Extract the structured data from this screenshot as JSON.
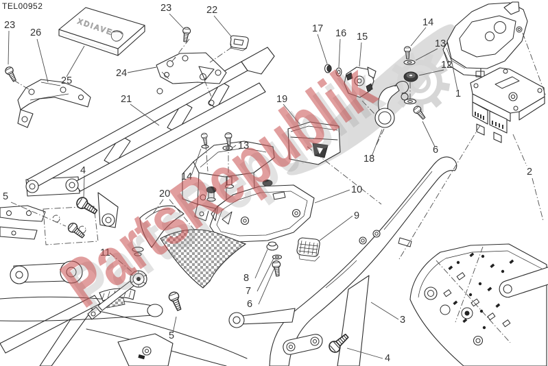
{
  "page": {
    "part_code": "TEL00952"
  },
  "watermark": {
    "text": "PartsRepublik",
    "red_color": "#c94f4f",
    "gray_color": "#d7d7d7",
    "logo_icons": [
      "gear-icon",
      "swoosh-icon"
    ]
  },
  "manual": {
    "cover_text": "XDIAVEL"
  },
  "callouts": [
    {
      "label": "23"
    },
    {
      "label": "26"
    },
    {
      "label": "25"
    },
    {
      "label": "24"
    },
    {
      "label": "21"
    },
    {
      "label": "23"
    },
    {
      "label": "22"
    },
    {
      "label": "19"
    },
    {
      "label": "17"
    },
    {
      "label": "16"
    },
    {
      "label": "15"
    },
    {
      "label": "14"
    },
    {
      "label": "13"
    },
    {
      "label": "12"
    },
    {
      "label": "1"
    },
    {
      "label": "6"
    },
    {
      "label": "18"
    },
    {
      "label": "2"
    },
    {
      "label": "13"
    },
    {
      "label": "14"
    },
    {
      "label": "20"
    },
    {
      "label": "10"
    },
    {
      "label": "9"
    },
    {
      "label": "4"
    },
    {
      "label": "5"
    },
    {
      "label": "11"
    },
    {
      "label": "5"
    },
    {
      "label": "8"
    },
    {
      "label": "7"
    },
    {
      "label": "6"
    },
    {
      "label": "3"
    },
    {
      "label": "4"
    }
  ]
}
